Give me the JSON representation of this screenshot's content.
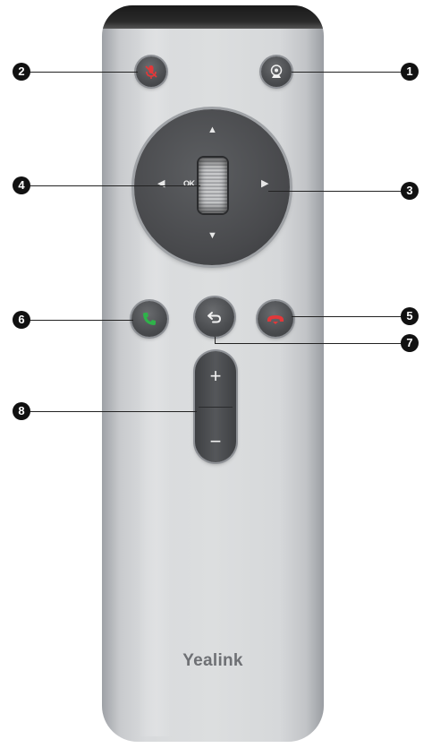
{
  "brand": "Yealink",
  "ok_label": "OK",
  "volume": {
    "plus": "+",
    "minus": "−"
  },
  "callouts": [
    "1",
    "2",
    "3",
    "4",
    "5",
    "6",
    "7",
    "8"
  ],
  "colors": {
    "body": "#d8dadc",
    "button": "#4a4c4f",
    "mute_icon": "#e2383a",
    "answer_icon": "#2fb24a",
    "hangup_icon": "#e2383a",
    "callout_badge": "#111111"
  },
  "icons": {
    "btn_1": "camera-icon",
    "btn_2": "mic-mute-icon",
    "btn_3": "nav-arrows",
    "btn_4": "ok-scroll-wheel",
    "btn_5": "hang-up-icon",
    "btn_6": "answer-call-icon",
    "btn_7": "back-icon",
    "btn_8": "volume-rocker"
  }
}
